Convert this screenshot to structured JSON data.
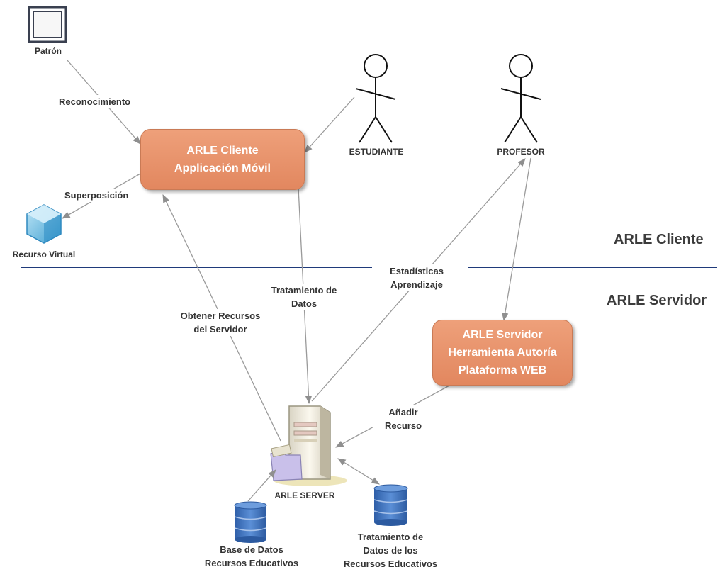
{
  "nodes": {
    "patron": "Patrón",
    "recurso_virtual": "Recurso Virtual",
    "estudiante": "ESTUDIANTE",
    "profesor": "PROFESOR",
    "arle_server": "ARLE SERVER",
    "cliente_box": {
      "line1": "ARLE Cliente",
      "line2": "Applicación Móvil"
    },
    "servidor_box": {
      "line1": "ARLE Servidor",
      "line2": "Herramienta Autoría",
      "line3": "Plataforma WEB"
    },
    "db_recursos": {
      "line1": "Base de Datos",
      "line2": "Recursos Educativos"
    },
    "db_tratamiento": {
      "line1": "Tratamiento de",
      "line2": "Datos de los",
      "line3": "Recursos Educativos"
    }
  },
  "zones": {
    "cliente": "ARLE Cliente",
    "servidor": "ARLE Servidor"
  },
  "edges": {
    "reconocimiento": "Reconocimiento",
    "superposicion": "Superposición",
    "tratamiento": {
      "line1": "Tratamiento de",
      "line2": "Datos"
    },
    "obtener": {
      "line1": "Obtener Recursos",
      "line2": "del Servidor"
    },
    "estadisticas": {
      "line1": "Estadísticas",
      "line2": "Aprendizaje"
    },
    "anadir": {
      "line1": "Añadir",
      "line2": "Recurso"
    }
  },
  "colors": {
    "box_fill": "#e8916a",
    "divider": "#1f3a7a",
    "arrow": "#9a9a9a",
    "db_blue": "#3d6fb8"
  }
}
